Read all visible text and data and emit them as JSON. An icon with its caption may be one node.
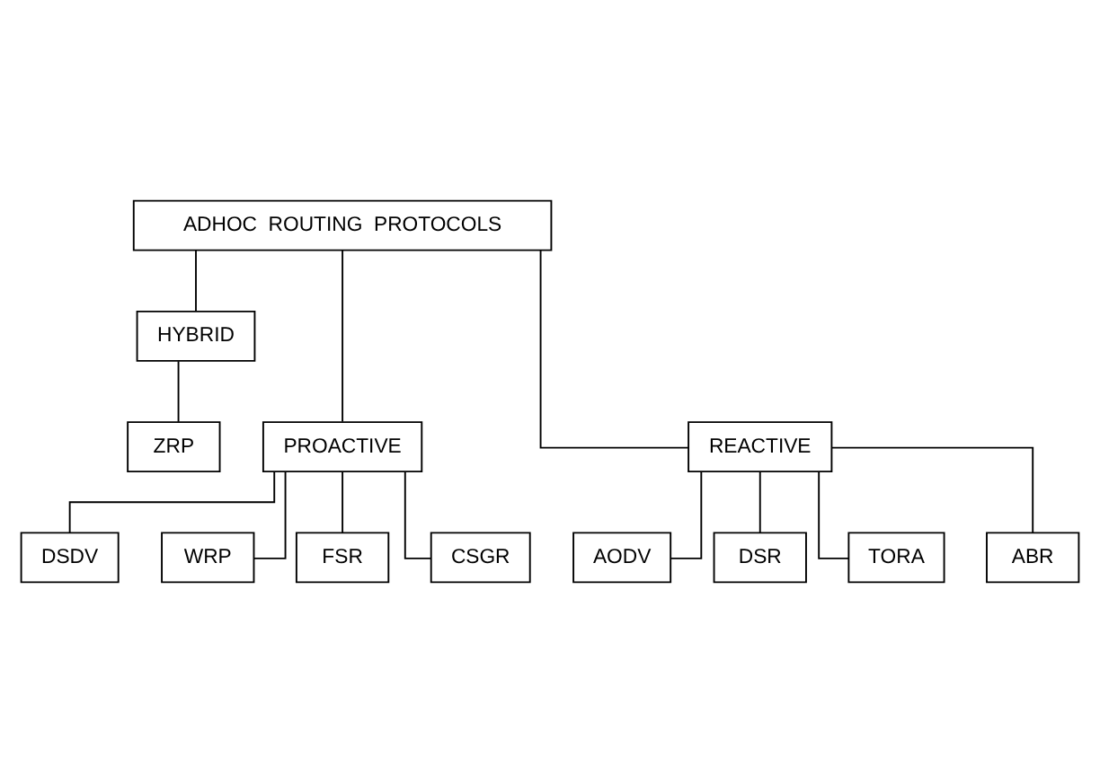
{
  "diagram": {
    "nodes": [
      {
        "text": [
          "ADHOC  ROUTING  PROTOCOLS"
        ]
      },
      {
        "text": [
          "HYBRID"
        ]
      },
      {
        "text": [
          "PROACTIVE"
        ]
      },
      {
        "text": [
          "ZRP"
        ]
      },
      {
        "text": [
          "REACTIVE"
        ]
      },
      {
        "text": [
          "DSDV"
        ]
      },
      {
        "text": [
          "WRP"
        ]
      },
      {
        "text": [
          "FSR"
        ]
      },
      {
        "text": [
          "CSGR"
        ]
      },
      {
        "text": [
          "AODV"
        ]
      },
      {
        "text": [
          "DSR"
        ]
      },
      {
        "text": [
          "TORA"
        ]
      },
      {
        "text": [
          "ABR"
        ]
      }
    ],
    "edges": [
      {
        "from": 0,
        "to": 2,
        "arrow": "none"
      },
      {
        "from": 0,
        "to": 1,
        "arrow": "none"
      },
      {
        "from": 0,
        "to": 4,
        "arrow": "none"
      },
      {
        "from": 1,
        "to": 3,
        "arrow": "none"
      },
      {
        "from": 2,
        "to": 5,
        "arrow": "none"
      },
      {
        "from": 2,
        "to": 6,
        "arrow": "none"
      },
      {
        "from": 2,
        "to": 7,
        "arrow": "none"
      },
      {
        "from": 2,
        "to": 8,
        "arrow": "none"
      },
      {
        "from": 4,
        "to": 9,
        "arrow": "none"
      },
      {
        "from": 4,
        "to": 10,
        "arrow": "none"
      },
      {
        "from": 4,
        "to": 11,
        "arrow": "none"
      },
      {
        "from": 4,
        "to": 12,
        "arrow": "none"
      }
    ]
  }
}
